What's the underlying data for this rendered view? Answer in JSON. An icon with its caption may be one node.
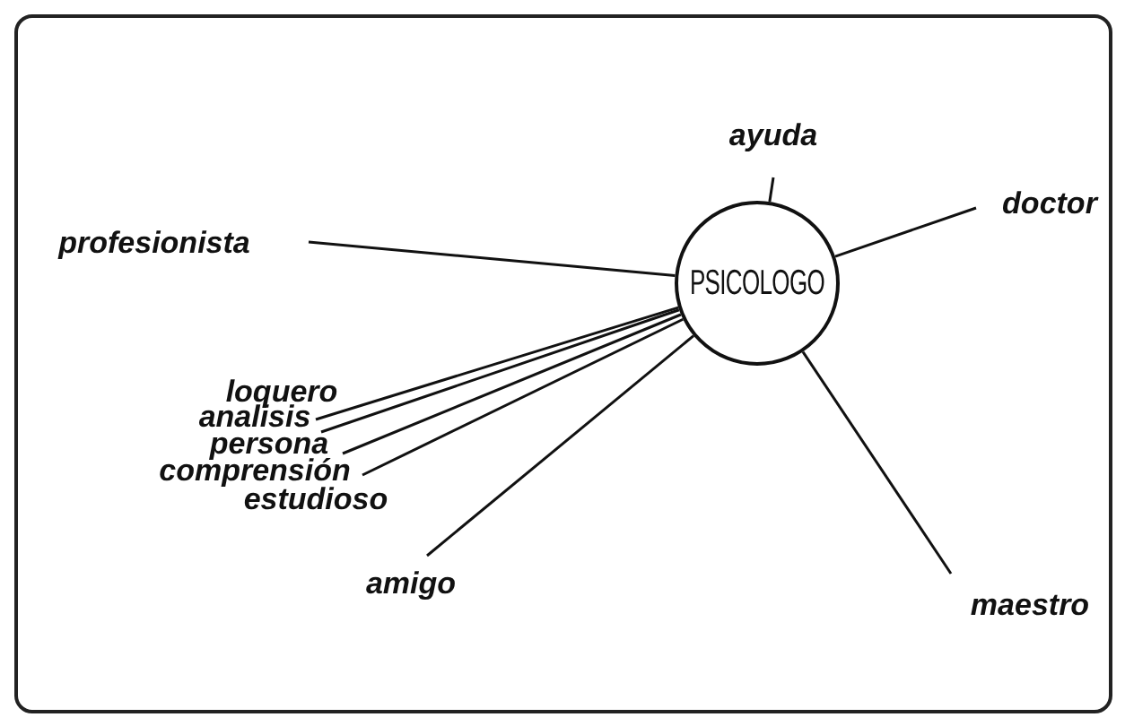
{
  "diagram": {
    "nodes": [
      {
        "text": [
          "PSICOLOGO"
        ]
      },
      {
        "text": [
          "ayuda"
        ]
      },
      {
        "text": [
          "doctor"
        ]
      },
      {
        "text": [
          "profesionista"
        ]
      },
      {
        "text": [
          "loquero"
        ]
      },
      {
        "text": [
          "analisis"
        ]
      },
      {
        "text": [
          "persona"
        ]
      },
      {
        "text": [
          "comprensión"
        ]
      },
      {
        "text": [
          "estudioso"
        ]
      },
      {
        "text": [
          "amigo"
        ]
      },
      {
        "text": [
          "maestro"
        ]
      }
    ],
    "edges": [
      {
        "from": 1,
        "to": 0,
        "arrow": "none"
      },
      {
        "from": 2,
        "to": 0,
        "arrow": "none"
      },
      {
        "from": 3,
        "to": 0,
        "arrow": "none"
      },
      {
        "from": 4,
        "to": 0,
        "arrow": "none"
      },
      {
        "from": 5,
        "to": 0,
        "arrow": "none"
      },
      {
        "from": 6,
        "to": 0,
        "arrow": "none"
      },
      {
        "from": 7,
        "to": 0,
        "arrow": "none"
      },
      {
        "from": 9,
        "to": 0,
        "arrow": "none"
      },
      {
        "from": 10,
        "to": 0,
        "arrow": "none"
      }
    ]
  }
}
